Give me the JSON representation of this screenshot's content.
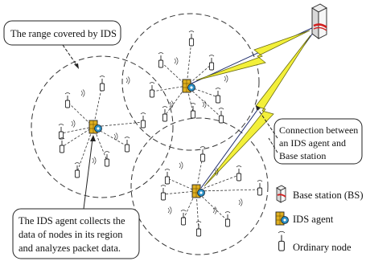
{
  "callouts": {
    "range_label": "The range covered by IDS",
    "connection_label_lines": [
      "Connection between",
      "an IDS agent and",
      "Base station"
    ],
    "agent_label_lines": [
      "The IDS agent collects the",
      "data of nodes in its region",
      "and analyzes packet data."
    ]
  },
  "legend": {
    "base_station": "Base station (BS)",
    "ids_agent": "IDS agent",
    "ordinary_node": "Ordinary node"
  },
  "icons": {
    "base_station": "server-tower-icon",
    "ids_agent": "agent-gear-icon",
    "ordinary_node": "antenna-node-icon",
    "link": "lightning-bolt-icon"
  },
  "colors": {
    "lightning": "#f3f03a",
    "agent": "#e0b020",
    "agent_gear": "#2a8fc4",
    "base_station_red": "#d12020",
    "stroke": "#222222"
  }
}
